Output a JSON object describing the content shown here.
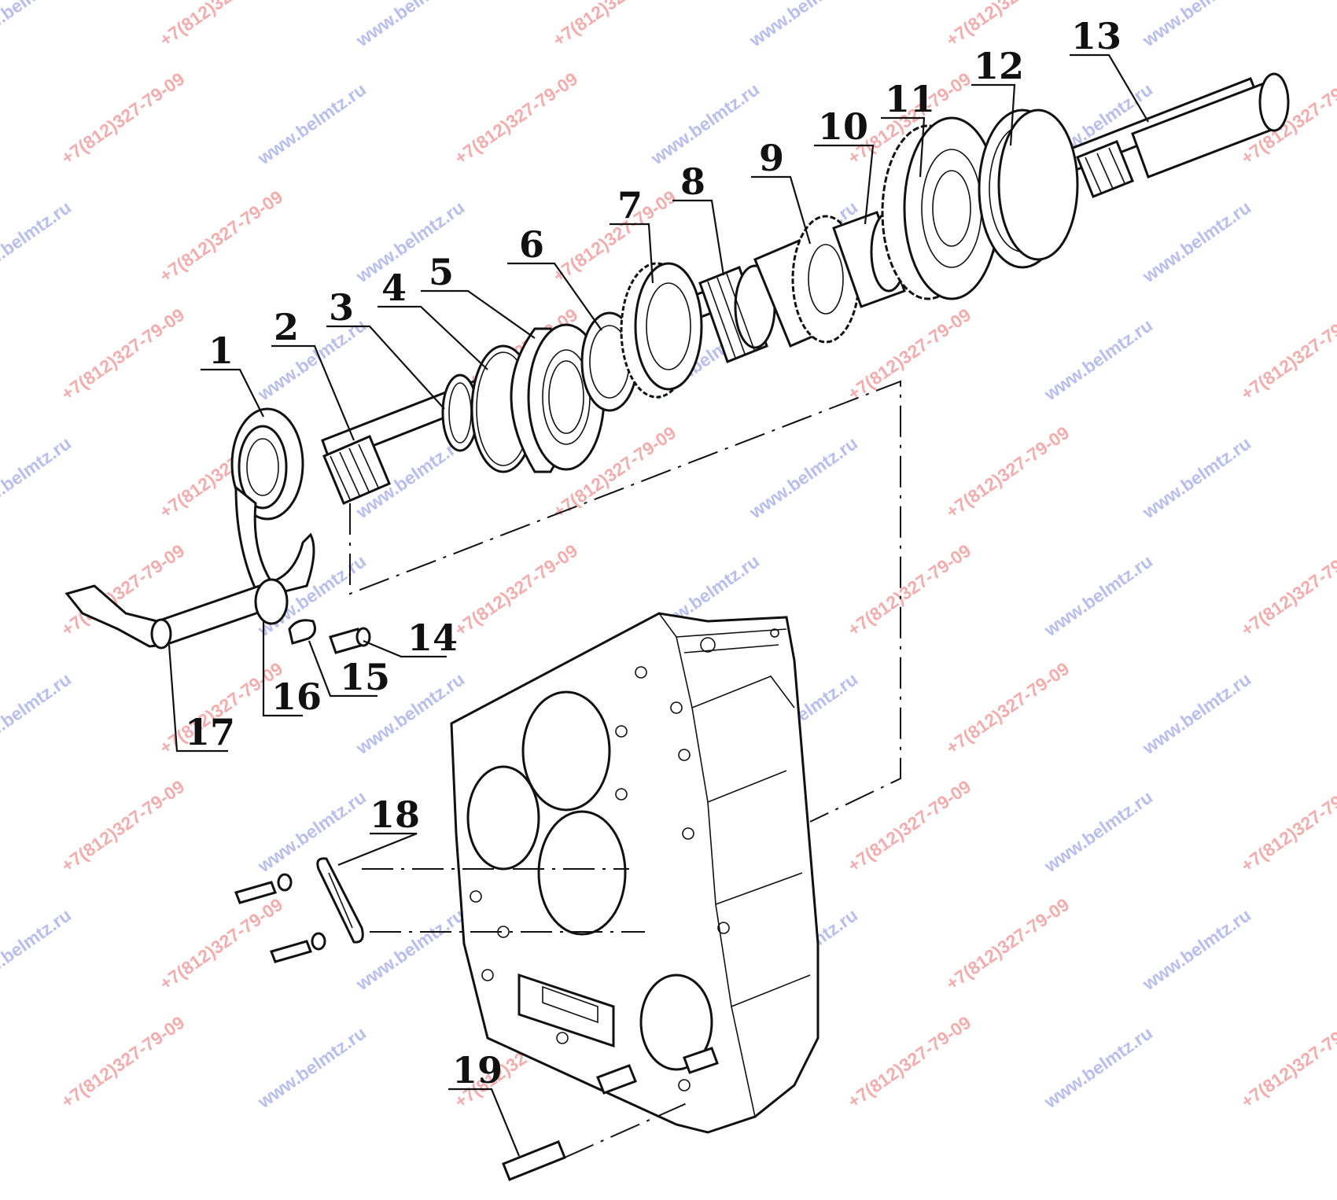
{
  "callouts": [
    "1",
    "2",
    "3",
    "4",
    "5",
    "6",
    "7",
    "8",
    "9",
    "10",
    "11",
    "12",
    "13",
    "14",
    "15",
    "16",
    "17",
    "18",
    "19"
  ],
  "watermarks": {
    "site": "www.belmtz.ru",
    "phone": "+7(812)327-79-09",
    "site_color": "#9aa3e6",
    "phone_color": "#ef8a8a"
  },
  "colors": {
    "line": "#111111",
    "background": "#ffffff"
  }
}
